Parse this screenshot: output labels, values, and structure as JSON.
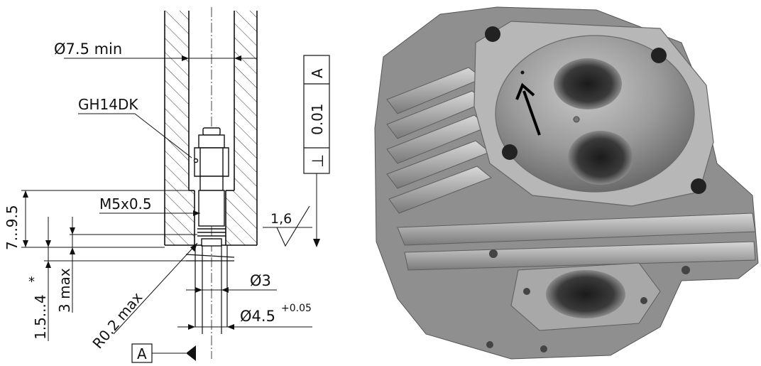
{
  "drawing": {
    "dim_bore_min": "Ø7.5 min",
    "sensor_model": "GH14DK",
    "thread_spec": "M5x0.5",
    "depth_range": "7...9.5",
    "tip_depth_range": "1.5...4",
    "tip_depth_note": "*",
    "max_recess": "3 max",
    "tip_diameter": "Ø3",
    "bore_diameter_main": "Ø4.5",
    "bore_diameter_tol": "+0.05",
    "radius_max": "R0.2 max",
    "roughness_value": "1,6",
    "datum_letter": "A",
    "tolerance_symbol": "⊥",
    "tolerance_value": "0.01",
    "tolerance_datum": "A"
  },
  "photo": {
    "subject": "cylinder-head",
    "arrow_color": "#000000"
  }
}
